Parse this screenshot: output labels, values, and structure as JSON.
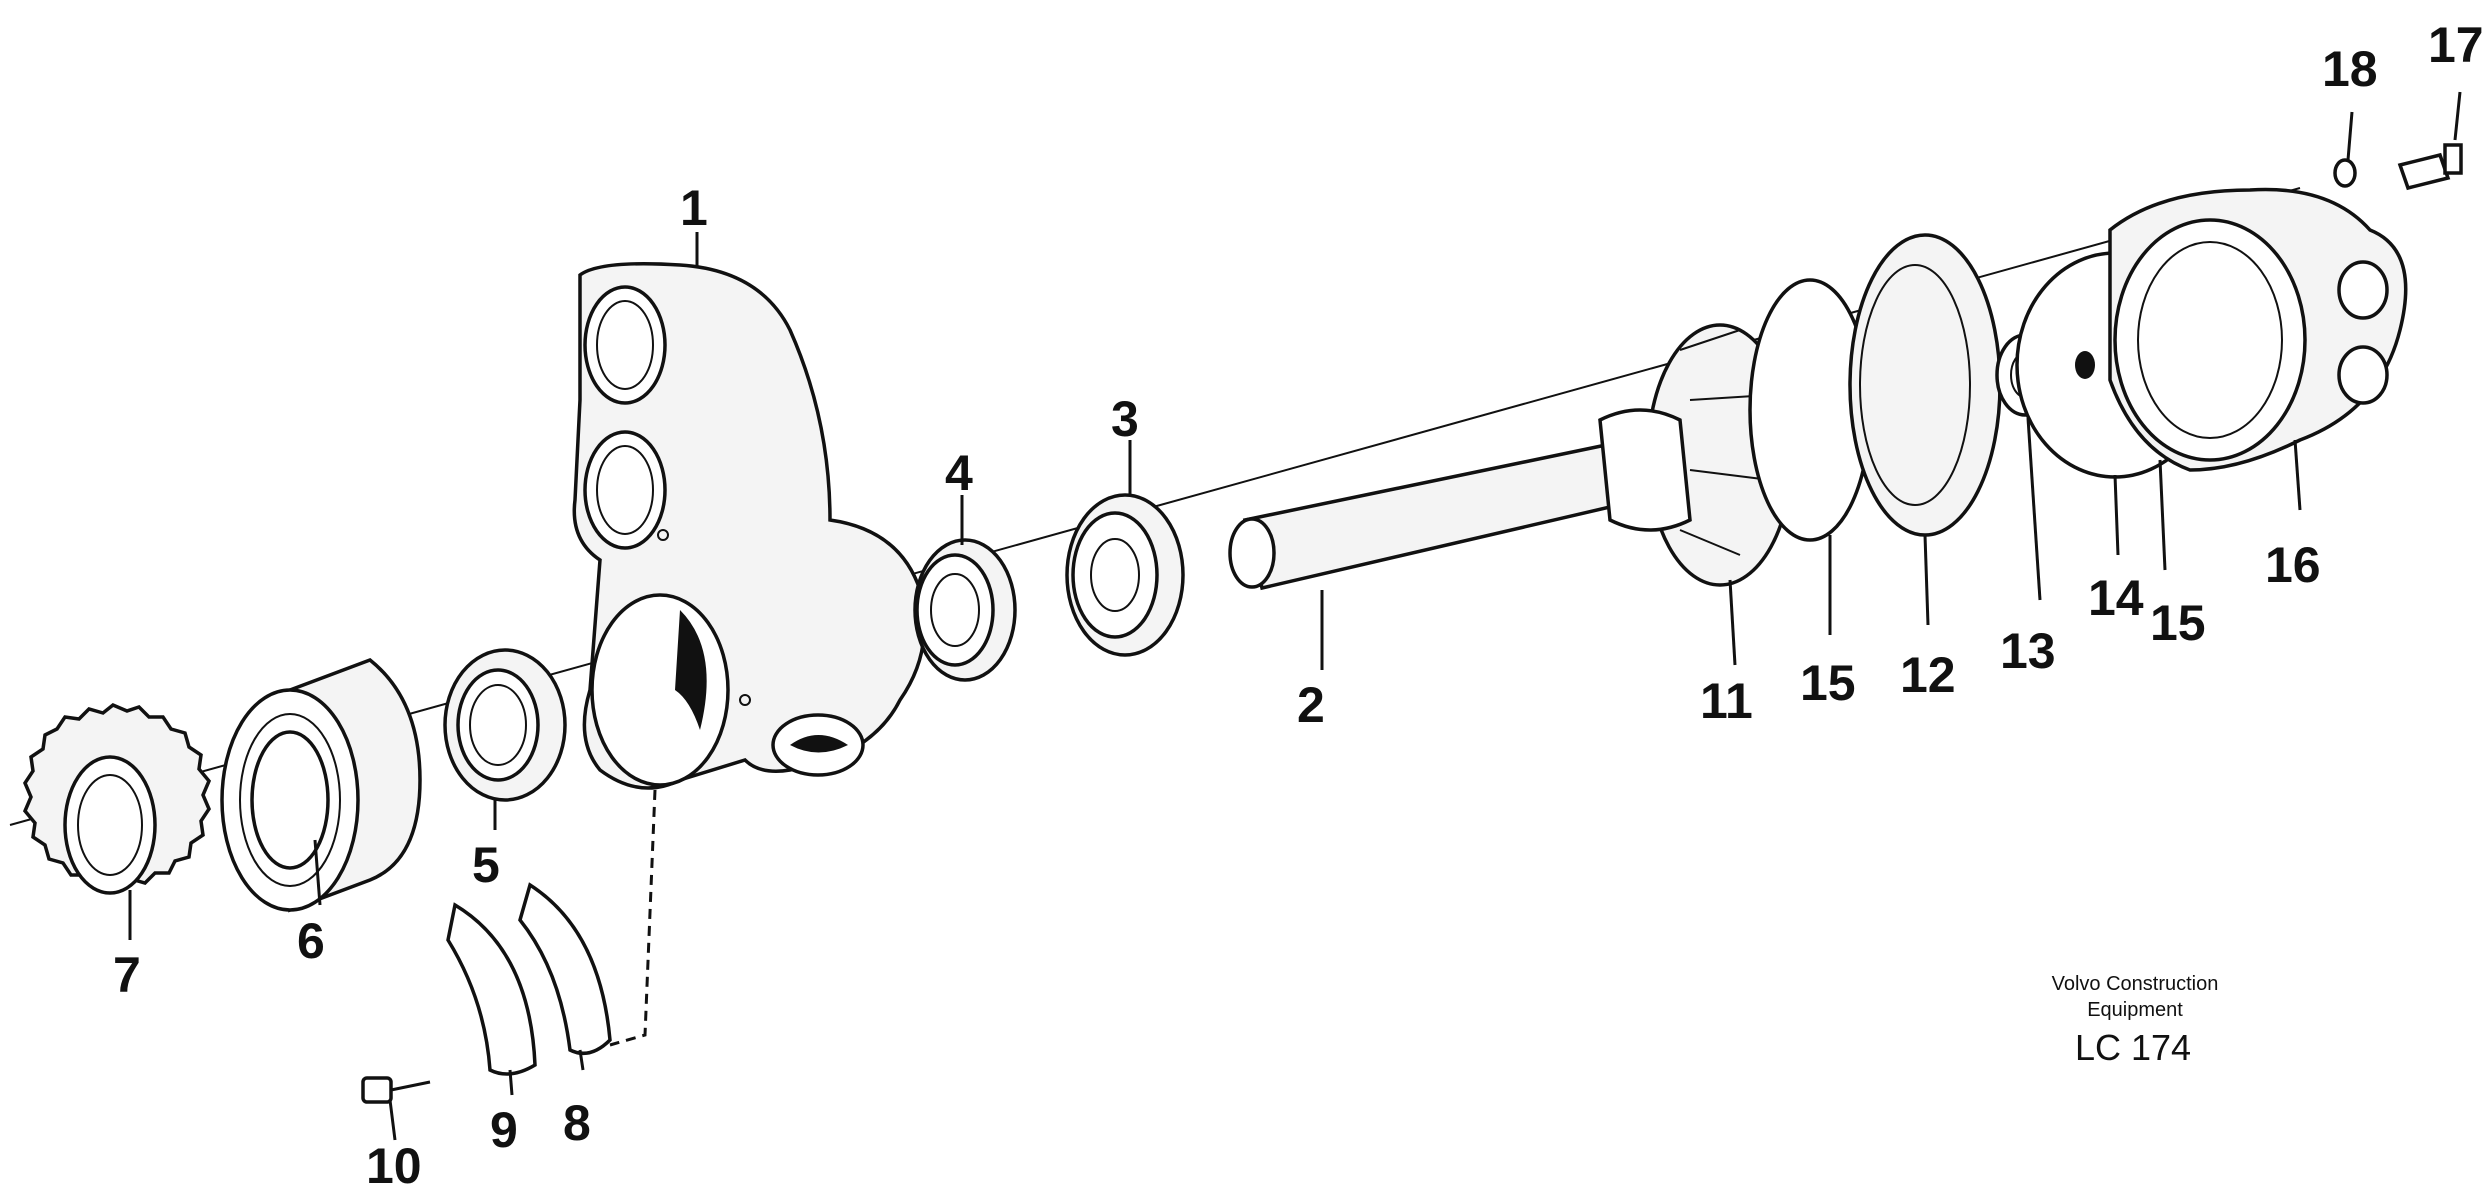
{
  "callouts": [
    "1",
    "2",
    "3",
    "4",
    "5",
    "6",
    "7",
    "8",
    "9",
    "10",
    "11",
    "12",
    "13",
    "14",
    "15",
    "15",
    "16",
    "17",
    "18"
  ],
  "credit": {
    "line1": "Volvo Construction",
    "line2": "Equipment",
    "code": "LC 174"
  }
}
